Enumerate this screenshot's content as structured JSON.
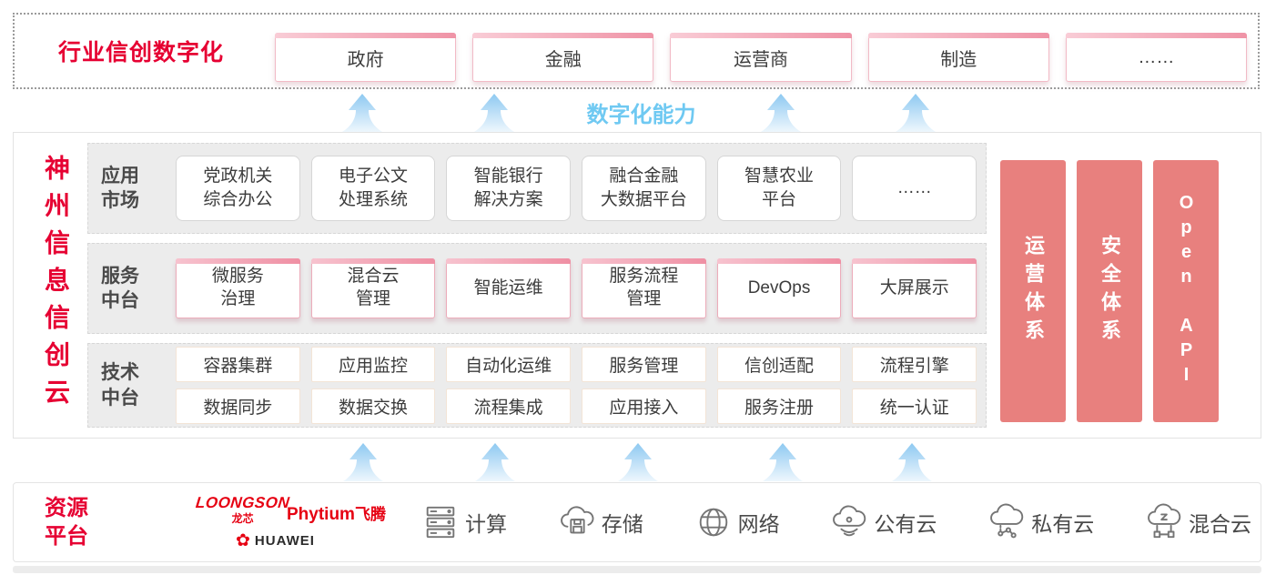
{
  "top_band": {
    "label": "行业信创数字化",
    "sectors": [
      "政府",
      "金融",
      "运营商",
      "制造",
      "……"
    ]
  },
  "capability_label": "数字化能力",
  "platform": {
    "vertical_title": "神州信息信创云",
    "rows": [
      {
        "label": "应用\n市场",
        "items": [
          "党政机关\n综合办公",
          "电子公文\n处理系统",
          "智能银行\n解决方案",
          "融合金融\n大数据平台",
          "智慧农业\n平台",
          "……"
        ]
      },
      {
        "label": "服务\n中台",
        "items": [
          "微服务\n治理",
          "混合云\n管理",
          "智能运维",
          "服务流程\n管理",
          "DevOps",
          "大屏展示"
        ]
      },
      {
        "label": "技术\n中台",
        "items_top": [
          "容器集群",
          "应用监控",
          "自动化运维",
          "服务管理",
          "信创适配",
          "流程引擎"
        ],
        "items_bottom": [
          "数据同步",
          "数据交换",
          "流程集成",
          "应用接入",
          "服务注册",
          "统一认证"
        ]
      }
    ],
    "pillars": [
      "运营体系",
      "安全体系",
      "Open API"
    ]
  },
  "resources": {
    "label": "资源\n平台",
    "vendors": {
      "loongson": "LOONGSON",
      "loongson_sub": "龙芯",
      "phytium": "Phytium",
      "phytium_sub": "飞腾",
      "huawei": "HUAWEI"
    },
    "items": [
      {
        "icon": "compute-icon",
        "label": "计算"
      },
      {
        "icon": "storage-icon",
        "label": "存储"
      },
      {
        "icon": "network-icon",
        "label": "网络"
      },
      {
        "icon": "public-cloud-icon",
        "label": "公有云"
      },
      {
        "icon": "private-cloud-icon",
        "label": "私有云"
      },
      {
        "icon": "hybrid-cloud-icon",
        "label": "混合云"
      }
    ]
  },
  "colors": {
    "brand_red": "#e60032",
    "logo_red": "#e60012",
    "pillar_salmon": "#e8807e",
    "capability_blue": "#6fc9f2",
    "panel_gray": "#ececec",
    "pink_border": "#ecacba"
  }
}
